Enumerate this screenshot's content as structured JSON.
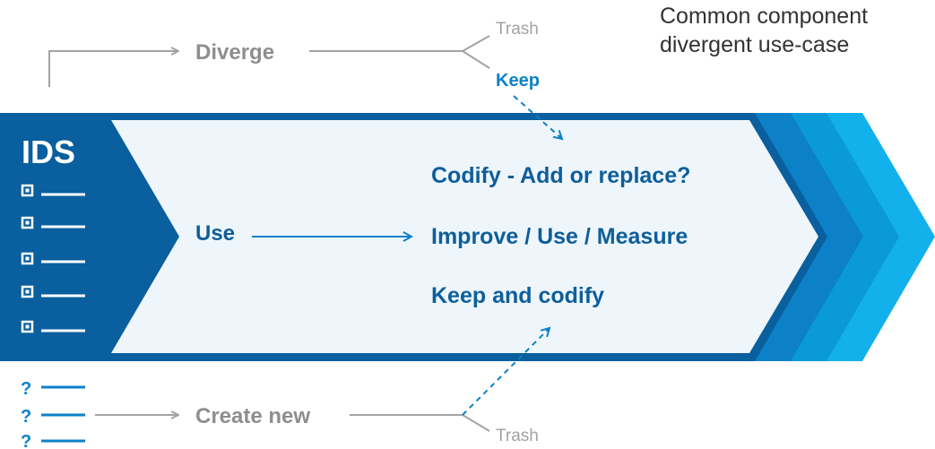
{
  "caption": {
    "line1": "Common component",
    "line2": "divergent use-case"
  },
  "ids_label": "IDS",
  "nodes": {
    "diverge": "Diverge",
    "use": "Use",
    "create_new": "Create new",
    "trash_top": "Trash",
    "keep": "Keep",
    "trash_bottom": "Trash"
  },
  "outcomes": [
    "Codify - Add or replace?",
    "Improve / Use / Measure",
    "Keep and codify"
  ],
  "list_markers": {
    "existing": "▪",
    "unknown": "?"
  },
  "colors": {
    "dark_blue": "#0a5f9e",
    "mid_blue": "#0c81c8",
    "light_blue": "#12b1eb",
    "pale_fill": "#eef6fc",
    "text_blue": "#0e5e9b",
    "gray": "#a3a3a3",
    "dark_gray": "#333333"
  }
}
